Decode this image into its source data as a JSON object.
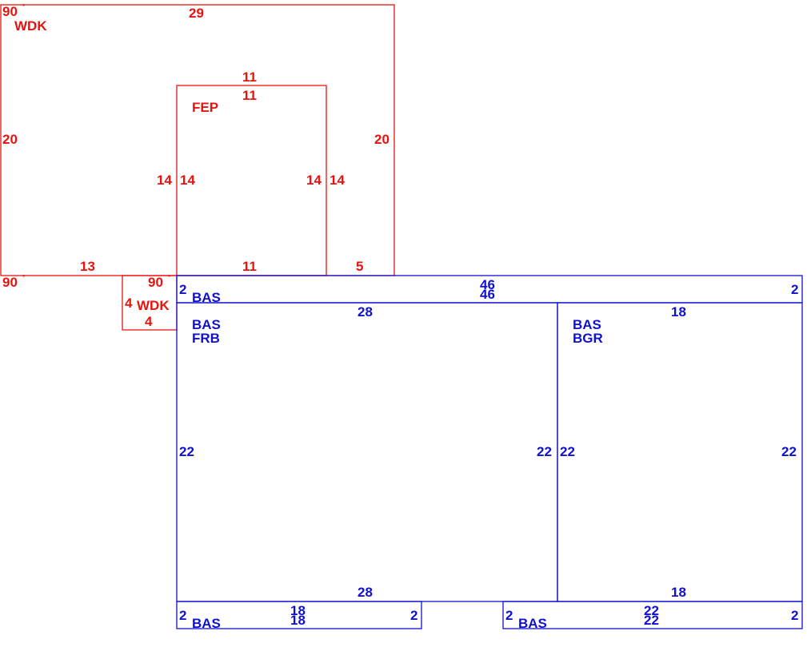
{
  "colors": {
    "upper_floor": "#e8130f",
    "base": "#1010d0"
  },
  "areas": {
    "wdk_main": {
      "code": "WDK",
      "dims": {
        "top": "29",
        "left": "20",
        "right": "20",
        "bottom_left": "13",
        "bottom_right": "5"
      },
      "angles": {
        "top_left": "90",
        "bottom_left": "90",
        "bottom_right": "90"
      }
    },
    "fep": {
      "code": "FEP",
      "dims": {
        "top_outer": "11",
        "top_inner": "11",
        "left_outer": "14",
        "left_inner": "14",
        "right_inner": "14",
        "right_outer": "14",
        "bottom": "11"
      }
    },
    "wdk_small": {
      "code": "WDK",
      "dims": {
        "left": "4",
        "bottom": "4"
      }
    },
    "bas_strip_top": {
      "code": "BAS",
      "dims": {
        "top_outer": "46",
        "top_inner": "46",
        "left": "2",
        "right": "2"
      }
    },
    "bas_frb": {
      "code": "BAS",
      "subcode": "FRB",
      "dims": {
        "top": "28",
        "bottom": "28",
        "left": "22",
        "right": "22"
      }
    },
    "bas_bgr": {
      "code": "BAS",
      "subcode": "BGR",
      "dims": {
        "top": "18",
        "bottom": "18",
        "left": "22",
        "right": "22"
      }
    },
    "bas_strip_bottom_left": {
      "code": "BAS",
      "dims": {
        "top_outer": "18",
        "top_inner": "18",
        "left": "2",
        "right": "2"
      }
    },
    "bas_strip_bottom_right": {
      "code": "BAS",
      "dims": {
        "top_outer": "22",
        "top_inner": "22",
        "left": "2",
        "right": "2"
      }
    }
  }
}
